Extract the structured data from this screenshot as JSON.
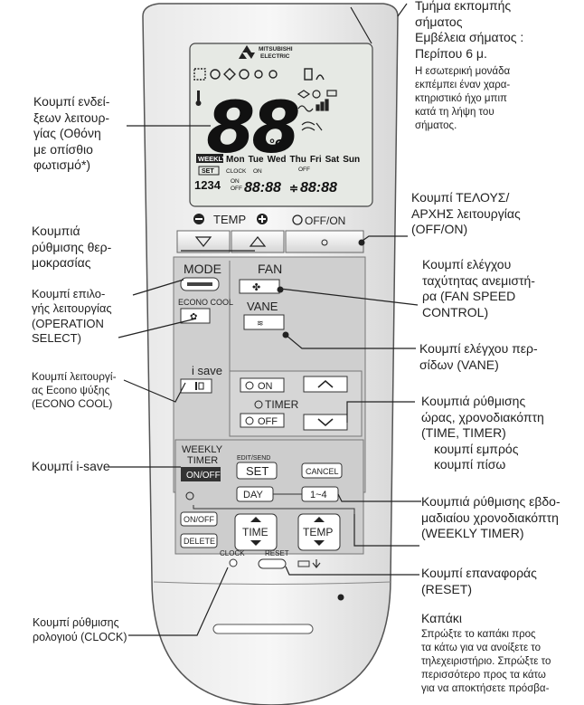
{
  "remote": {
    "brand": "MITSUBISHI ELECTRIC",
    "display": {
      "digits": "88",
      "unit": "°C",
      "days": [
        "Mon",
        "Tue",
        "Wed",
        "Thu",
        "Fri",
        "Sat",
        "Sun"
      ],
      "weekly": "WEEKLY",
      "set": "SET",
      "clock": "CLOCK",
      "on_small": "ON",
      "off_small": "OFF",
      "on_small2": "ON",
      "off_small2": "OFF",
      "nums": "1234",
      "time1": "88:88",
      "time2": "88:88"
    },
    "temp_label": "TEMP",
    "offon_label": "OFF/ON",
    "mode_label": "MODE",
    "econo_label": "ECONO COOL",
    "isave_label": "i save",
    "fan_label": "FAN",
    "vane_label": "VANE",
    "timer_on": "ON",
    "timer_label": "TIMER",
    "timer_off": "OFF",
    "weekly_label1": "WEEKLY",
    "weekly_label2": "TIMER",
    "weekly_onoff": "ON/OFF",
    "editsend": "EDIT/SEND",
    "set_btn": "SET",
    "cancel_btn": "CANCEL",
    "day_btn": "DAY",
    "range_btn": "1~4",
    "onoff_btn": "ON/OFF",
    "delete_btn": "DELETE",
    "time_btn": "TIME",
    "temp_btn": "TEMP",
    "clock_label": "CLOCK",
    "reset_label": "RESET"
  },
  "labels": {
    "top_right": [
      "Τμήμα εκπομπής",
      "σήματος",
      "Εμβέλεια σήματος :",
      "Περίπου 6 μ."
    ],
    "top_right_note": [
      "Η εσωτερική μονάδα",
      "εκπέμπει έναν χαρα-",
      "κτηριστικό ήχο μπιπ",
      "κατά τη λήψη του",
      "σήματος."
    ],
    "display_buttons": [
      "Κουμπί ενδεί-",
      "ξεων λειτουρ-",
      "γίας (Οθόνη",
      "με οπίσθιο",
      "φωτισμό*)"
    ],
    "offon": [
      "Κουμπί ΤΕΛΟΥΣ/",
      "ΑΡΧΗΣ λειτουργίας",
      "(OFF/ON)"
    ],
    "temp_set": [
      "Κουμπιά",
      "ρύθμισης θερ-",
      "μοκρασίας"
    ],
    "fan_speed": [
      "Κουμπί ελέγχου",
      "ταχύτητας ανεμιστή-",
      "ρα (FAN SPEED",
      "CONTROL)"
    ],
    "op_select": [
      "Κουμπί επιλο-",
      "γής λειτουργίας",
      "(OPERATION",
      "SELECT)"
    ],
    "vane": [
      "Κουμπί ελέγχου περ-",
      "σίδων (VANE)"
    ],
    "econo": [
      "Κουμπί λειτουργί-",
      "ας Econo ψύξης",
      "(ECONO COOL)"
    ],
    "timer": [
      "Κουμπιά ρύθμισης",
      "ώρας, χρονοδιακόπτη",
      "(TIME, TIMER)",
      "κουμπί εμπρός",
      "κουμπί πίσω"
    ],
    "isave": "Κουμπί i-save",
    "weekly": [
      "Κουμπιά ρύθμισης εβδο-",
      "μαδιαίου χρονοδιακόπτη",
      "(WEEKLY TIMER)"
    ],
    "reset": [
      "Κουμπί επαναφοράς",
      "(RESET)"
    ],
    "clock": [
      "Κουμπί ρύθμισης",
      "ρολογιού (CLOCK)"
    ],
    "cover_title": "Καπάκι",
    "cover_text": [
      "Σπρώξτε το καπάκι προς",
      "τα κάτω για να ανοίξετε το",
      "τηλεχειριστήριο. Σπρώξτε το",
      "περισσότερο προς τα κάτω",
      "για να αποκτήσετε πρόσβα-"
    ]
  }
}
